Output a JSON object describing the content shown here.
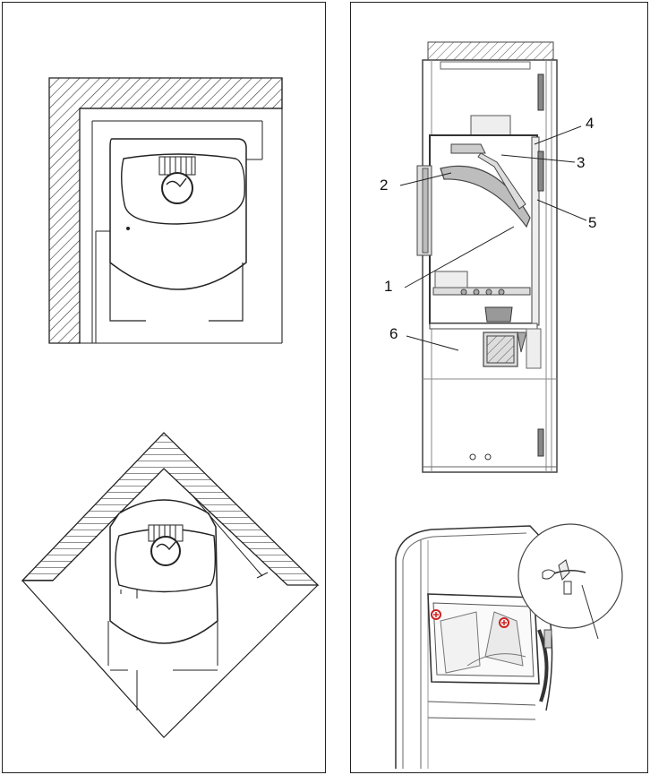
{
  "diagram": {
    "callouts": [
      "1",
      "2",
      "3",
      "4",
      "5",
      "6"
    ]
  },
  "colors": {
    "line": "#222222",
    "hatch": "#333333",
    "fill_gray": "#bdbdbd",
    "screw_red": "#cc2222"
  }
}
